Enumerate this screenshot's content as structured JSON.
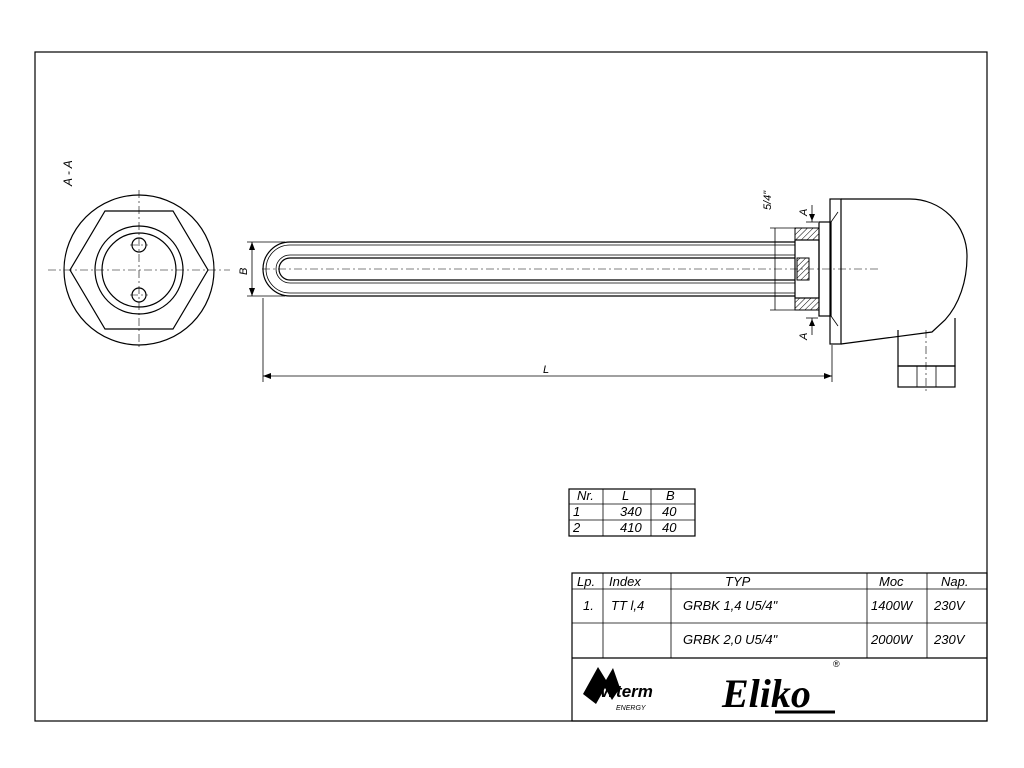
{
  "section_label": "A - A",
  "dimensions": {
    "thread": "5/4\"",
    "section_top": "A",
    "section_bottom": "A",
    "height": "B",
    "length": "L"
  },
  "size_table": {
    "headers": [
      "Nr.",
      "L",
      "B"
    ],
    "rows": [
      [
        "1",
        "340",
        "40"
      ],
      [
        "2",
        "410",
        "40"
      ]
    ]
  },
  "title_block": {
    "headers": [
      "Lp.",
      "Index",
      "TYP",
      "Moc",
      "Nap."
    ],
    "rows": [
      [
        "1.",
        "TT l,4",
        "GRBK 1,4 U5/4\"",
        "1400W",
        "230V"
      ],
      [
        "",
        "",
        "GRBK 2,0 U5/4\"",
        "2000W",
        "230V"
      ]
    ]
  },
  "logos": {
    "wterm": "Wterm",
    "wterm_sub": "ENERGY",
    "eliko": "Eliko",
    "registered": "®"
  }
}
